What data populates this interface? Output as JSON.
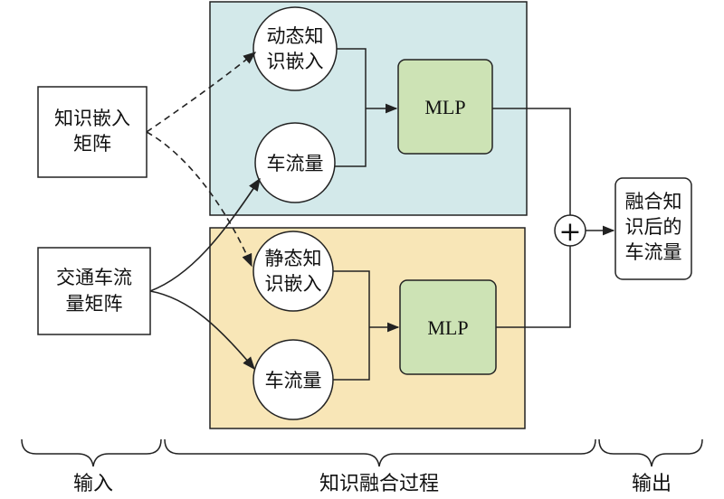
{
  "colors": {
    "dynamic_panel": "#d3e9ea",
    "static_panel": "#f8e6b7",
    "mlp_fill": "#cde3b5",
    "stroke": "#222222"
  },
  "inputs": {
    "knowledge_matrix": [
      "知识嵌入",
      "矩阵"
    ],
    "traffic_matrix": [
      "交通车流",
      "量矩阵"
    ]
  },
  "dynamic_branch": {
    "embedding": [
      "动态知",
      "识嵌入"
    ],
    "flow": "车流量",
    "mlp": "MLP"
  },
  "static_branch": {
    "embedding": [
      "静态知",
      "识嵌入"
    ],
    "flow": "车流量",
    "mlp": "MLP"
  },
  "fusion": {
    "symbol": "+"
  },
  "output": {
    "lines": [
      "融合知",
      "识后的",
      "车流量"
    ]
  },
  "stages": {
    "input": "输入",
    "process": "知识融合过程",
    "output": "输出"
  }
}
